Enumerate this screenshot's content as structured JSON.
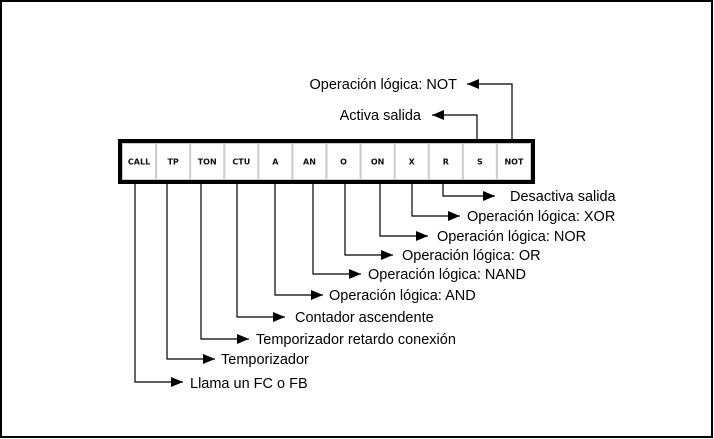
{
  "instructions": [
    "CALL",
    "TP",
    "TON",
    "CTU",
    "A",
    "AN",
    "O",
    "ON",
    "X",
    "R",
    "S",
    "NOT"
  ],
  "annotations": {
    "not": "Operación lógica: NOT",
    "s": "Activa salida",
    "r": "Desactiva salida",
    "x": "Operación lógica: XOR",
    "on": "Operación lógica: NOR",
    "o": "Operación lógica: OR",
    "an": "Operación lógica: NAND",
    "a": "Operación lógica: AND",
    "ctu": "Contador ascendente",
    "ton": "Temporizador retardo conexión",
    "tp": "Temporizador",
    "call": "Llama un FC o FB"
  },
  "colors": {
    "line": "#000000",
    "cell_border": "#c8c8c8",
    "background": "#ffffff"
  }
}
